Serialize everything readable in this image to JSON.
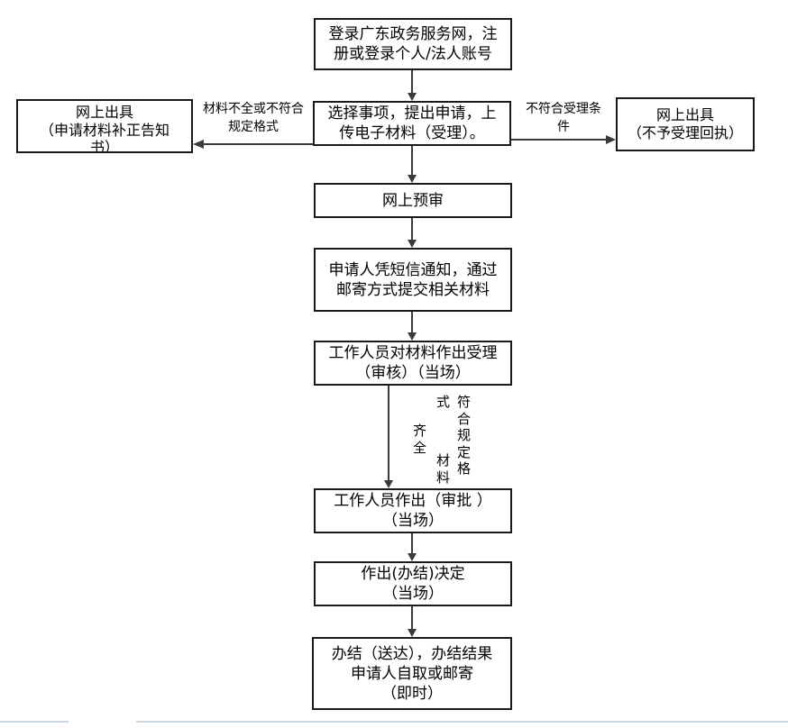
{
  "colors": {
    "box_border": "#1a1a1a",
    "connector": "#3a3a3a",
    "divider": "#ccd6e0"
  },
  "steps": {
    "login": {
      "line1": "登录广东政务服务网，注",
      "line2": "册或登录个人/法人账号"
    },
    "select": {
      "line1": "选择事项，提出申请，上",
      "line2": "传电子材料（受理）。"
    },
    "notice_supplement": {
      "line1": "网上出具",
      "line2": "（申请材料补正告知",
      "line3": "书）"
    },
    "notice_reject": {
      "line1": "网上出具",
      "line2": "（不予受理回执）"
    },
    "pre_review": {
      "line1": "网上预审"
    },
    "mail_materials": {
      "line1": "申请人凭短信通知，通过",
      "line2": "邮寄方式提交相关材料"
    },
    "accept_review": {
      "line1": "工作人员对材料作出受理",
      "line2": "（审核）（当场）"
    },
    "approve": {
      "line1": "工作人员作出（审批 ）",
      "line2": "（当场）"
    },
    "decide": {
      "line1": "作出(办结)决定",
      "line2": "（当场）"
    },
    "finish": {
      "line1": "办结（送达），办结结果",
      "line2": "申请人自取或邮寄",
      "line3": "（即时）"
    }
  },
  "edge_labels": {
    "incomplete": {
      "line1": "材料不全或不符合",
      "line2": "规定格式"
    },
    "not_acceptable": {
      "line1": "不符合受理条",
      "line2": "件"
    },
    "complete_col_a": "齐全",
    "complete_col_b_top": "式",
    "complete_col_b_bottom": "材料",
    "complete_col_c": "符合规定格"
  }
}
